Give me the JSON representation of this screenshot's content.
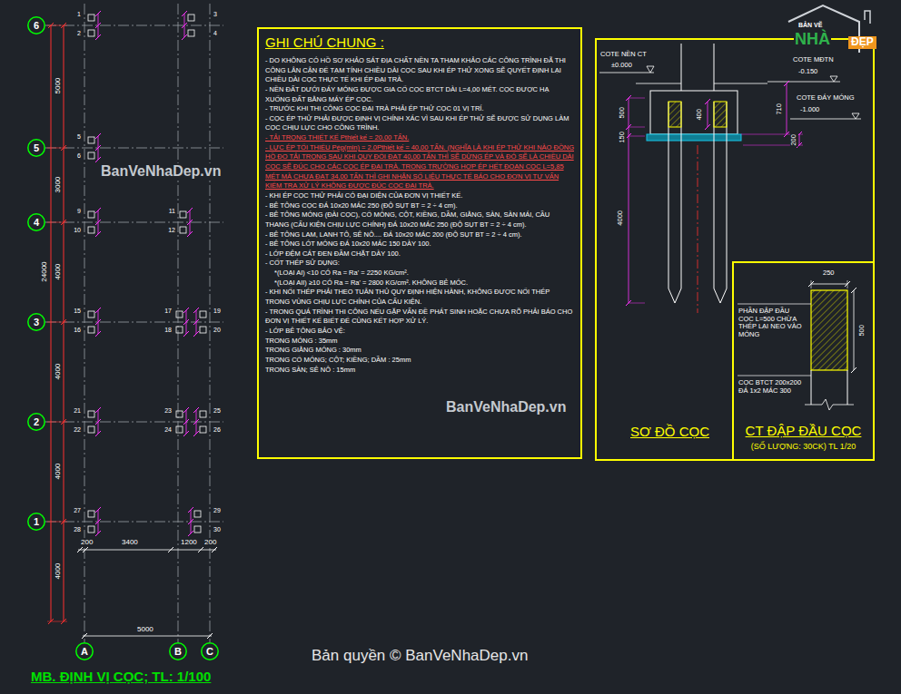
{
  "diagram": {
    "nodes": [
      {
        "text": [
          "6"
        ]
      },
      {
        "text": [
          "5"
        ]
      },
      {
        "text": [
          "4"
        ]
      },
      {
        "text": [
          "3"
        ]
      },
      {
        "text": [
          "2"
        ]
      },
      {
        "text": [
          "1"
        ]
      },
      {
        "text": [
          "GHI CHÚ CHUNG :",
          "- DO KHÔNG CÓ HỒ SƠ KHẢO SÁT ĐỊA CHẤT NỀN TA THAM KHẢO CÁC CÔNG TRÌNH ĐÃ THI CÔNG LÂN CẬN ĐỂ TẠM TÍNH CHIỀU DÀI CỌC SAU KHI ÉP THỬ XONG SẼ QUYẾT ĐỊNH LẠI CHIỀU DÀI CỌC THỰC TẾ KHI ÉP ĐẠI TRÀ.",
          "- NỀN ĐẤT DƯỚI ĐÁY MÓNG ĐƯỢC GIA CỐ CỌC BTCT DÀI L=4,00 MÉT. CỌC ĐƯỢC HẠ XUỐNG ĐẤT BẰNG MÁY ÉP CỌC.",
          "- TRƯỚC KHI THI CÔNG CỌC ĐẠI TRÀ PHẢI ÉP THỬ CỌC 01 VỊ TRÍ.",
          "- CỌC ÉP THỬ PHẢI ĐƯỢC ĐỊNH VỊ CHÍNH XÁC VÌ SAU KHI ÉP THỬ SẼ ĐƯỢC SỬ DỤNG LÀM CỌC CHỊU LỰC CHO CÔNG TRÌNH.",
          "- TẢI TRỌNG THIẾT KẾ Pthiết kế = 20,00 TẤN.",
          "- LỰC ÉP TỐI THIỂU Pép(min) = 2.0Pthiết kế = 40,00 TẤN. (NGHĨA LÀ KHI ÉP THỬ KHI NÀO ĐỒNG HỒ ĐO TẢI TRỌNG SAU KHI QUY ĐỔI ĐẠT 40,00 TẤN THÌ SẼ DỪNG ÉP VÀ ĐÓ SẼ LÀ CHIỀU DÀI CỌC SẼ ĐÚC CHO CÁC CỌC ÉP ĐẠI TRÀ. TRONG TRƯỜNG HỢP ÉP HẾT ĐOẠN CỌC L=5,85 MÉT MÀ CHƯA ĐẠT 34,00 TẤN THÌ GHI NHẬN SỐ LIỆU THỰC TẾ BÁO CHO ĐƠN VỊ TƯ VẤN KIỂM TRA XỬ LÝ KHÔNG ĐƯỢC ĐÚC CỌC ĐẠI TRÀ.",
          "- KHI ÉP CỌC THỬ PHẢI CÓ ĐẠI DIỆN CỦA ĐƠN VỊ THIẾT KẾ.",
          "- BÊ TÔNG CỌC ĐÁ 10x20 MÁC 250 (ĐỘ SỤT BT = 2 ÷ 4 cm).",
          "- BÊ TÔNG MÓNG (ĐÀI CỌC), CỔ MÓNG, CỘT, KIỀNG, DẦM, GIẰNG, SÀN, SÀN MÁI, CẦU THANG (CẤU KIỆN CHỊU LỰC CHÍNH) ĐÁ 10x20 MÁC 250 (ĐỘ SỤT BT = 2 ÷ 4 cm).",
          "- BÊ TÔNG LAM, LANH TÔ, SÊ NÔ.... ĐÁ 10x20 MÁC 200 (ĐỘ SỤT BT = 2 ÷ 4 cm).",
          "- BÊ TÔNG LÓT MÓNG ĐÁ 10x20 MÁC 150 DÀY 100.",
          "- LỚP ĐỆM CÁT ĐEN ĐẦM CHẶT DÀY 100.",
          "- CỐT THÉP SỬ DỤNG:",
          "*(LOẠI AI) <10 CÓ Ra = Ra' = 2250 KG/cm².",
          "*(LOẠI AII) ≥10 CÓ Ra = Ra' = 2800 KG/cm². KHÔNG BẺ MÓC.",
          "- KHI NỐI THÉP PHẢI THEO TUÂN THỦ QUY ĐỊNH HIỆN HÀNH, KHÔNG ĐƯỢC NỐI THÉP TRONG VÙNG CHỊU LỰC CHÍNH CỦA CẤU KIỆN.",
          "- TRONG QUÁ TRÌNH THI CÔNG NẾU GẶP VẤN ĐỀ PHÁT SINH HOẶC CHƯA RÕ PHẢI BÁO CHO ĐƠN VỊ THIẾT KẾ BIẾT ĐỂ CÙNG KẾT HỢP XỬ LÝ.",
          "- LỚP BÊ TÔNG BẢO VỆ:",
          "TRONG MÓNG : 35mm",
          "TRONG GIẰNG MÓNG : 30mm",
          "TRONG CỔ MÓNG; CỘT; KIỀNG; DẦM : 25mm",
          "TRONG SÀN; SÊ NÔ : 15mm"
        ]
      },
      {
        "text": [
          "SƠ ĐỒ CỌC"
        ]
      },
      {
        "text": [
          "CT ĐẬP ĐẦU CỌC",
          "(SỐ LƯỢNG: 30CK) TL 1/20"
        ],
        "in": 7
      },
      {
        "text": [
          "A"
        ]
      },
      {
        "text": [
          "B"
        ]
      },
      {
        "text": [
          "C"
        ]
      }
    ],
    "labels": [
      "5000",
      "3000",
      "4000",
      "4000",
      "4000",
      "4000",
      "24000",
      "200",
      "3400",
      "1200",
      "200",
      "5000",
      "1",
      "2",
      "3",
      "4",
      "5",
      "6",
      "9",
      "10",
      "11",
      "12",
      "15",
      "16",
      "17",
      "18",
      "19",
      "20",
      "21",
      "22",
      "23",
      "24",
      "25",
      "26",
      "27",
      "28",
      "29",
      "30",
      "BanVeNhaDep.vn",
      "COTE NỀN CT",
      "±0.000",
      "COTE MĐTN",
      "-0.150",
      "COTE ĐÁY MÓNG",
      "-1.000",
      "500",
      "150",
      "400",
      "710",
      "200",
      "4000",
      "250",
      "500",
      "PHẦN ĐẬP ĐẦU CỌC L=500 CHỪA THÉP LẠI NEO VÀO MÓNG",
      "CỌC BTCT 200x200 ĐÁ 1x2 MÁC 300",
      "BanVeNhaDep.vn",
      "BẢN VẼ",
      "NHÀ",
      "ĐẸP",
      "Bản quyền © BanVeNhaDep.vn",
      "MB. ĐỊNH VỊ CỌC; TL: 1/100"
    ]
  }
}
